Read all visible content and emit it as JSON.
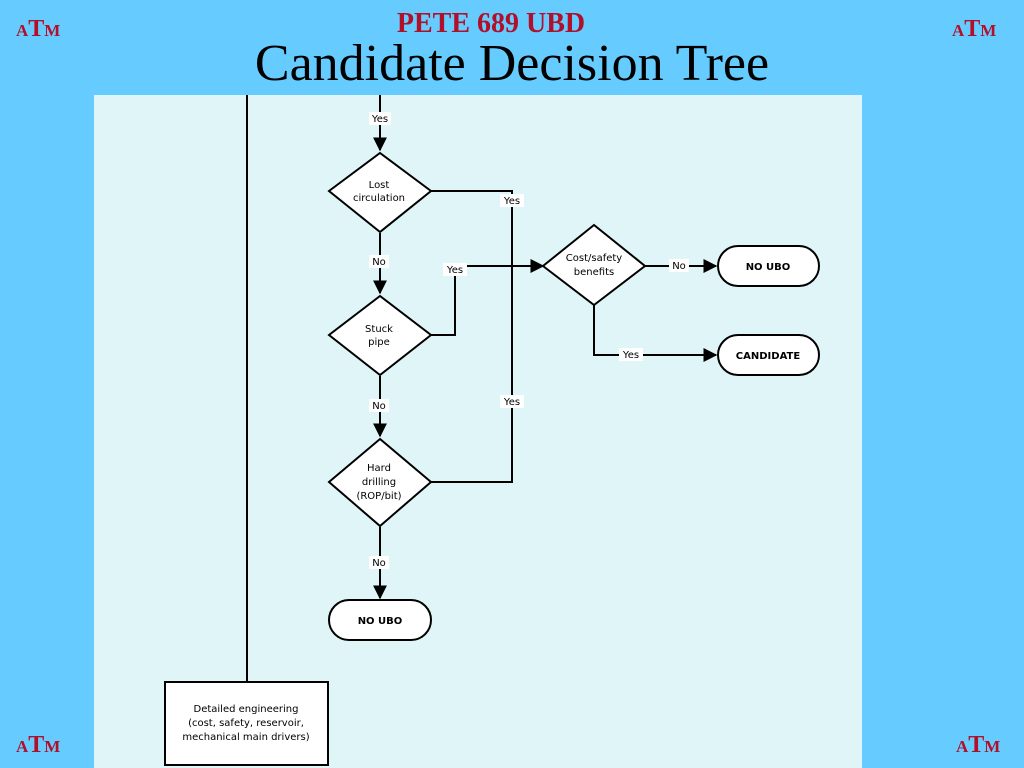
{
  "header": {
    "course": "PETE 689 UBD",
    "title": "Candidate Decision Tree",
    "logo": {
      "a": "A",
      "t": "T",
      "m": "M"
    }
  },
  "diagram": {
    "labels": {
      "yes": "Yes",
      "no": "No"
    },
    "decisions": {
      "lost": [
        "Lost",
        "circulation"
      ],
      "stuck": [
        "Stuck",
        "pipe"
      ],
      "hard": [
        "Hard",
        "drilling",
        "(ROP/bit)"
      ],
      "cost": [
        "Cost/safety",
        "benefits"
      ]
    },
    "terminals": {
      "no_ubo_bottom": "NO UBO",
      "no_ubo_right": "NO UBO",
      "candidate": "CANDIDATE"
    },
    "process": [
      "Detailed engineering",
      "(cost, safety, reservoir,",
      "mechanical main drivers)"
    ]
  },
  "colors": {
    "background": "#66ccff",
    "panel": "#dff5f7",
    "logo": "#b0102a"
  }
}
